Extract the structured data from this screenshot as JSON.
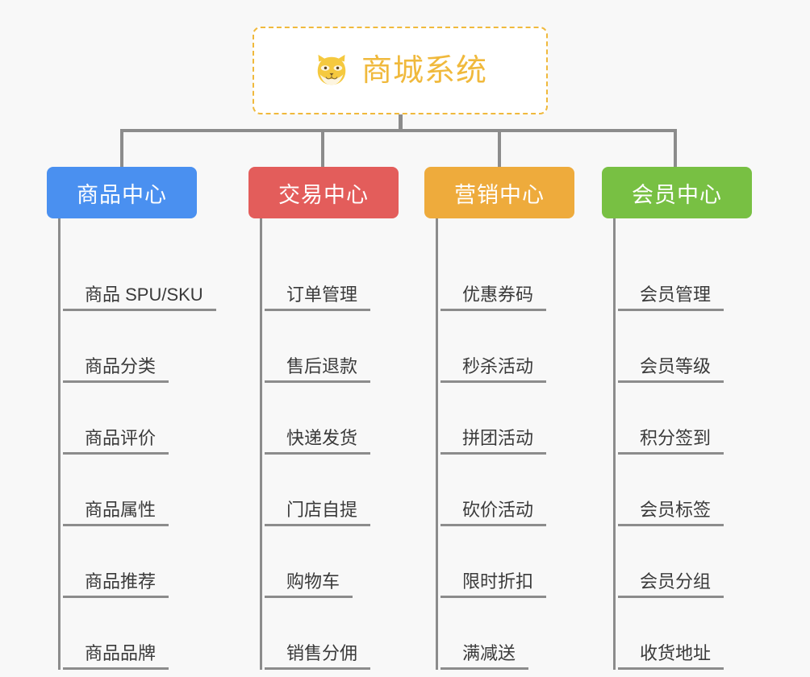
{
  "background_color": "#f8f8f8",
  "root": {
    "icon": "shiba-dog-face-icon",
    "label": "商城系统",
    "border_color": "#f0b93c",
    "text_color": "#f0b93c",
    "fill_color": "#ffffff"
  },
  "connector_color": "#8c8c8c",
  "columns": [
    {
      "title": "商品中心",
      "color": "#4a90f0",
      "items": [
        "商品 SPU/SKU",
        "商品分类",
        "商品评价",
        "商品属性",
        "商品推荐",
        "商品品牌"
      ]
    },
    {
      "title": "交易中心",
      "color": "#e35d5b",
      "items": [
        "订单管理",
        "售后退款",
        "快递发货",
        "门店自提",
        "购物车",
        "销售分佣"
      ]
    },
    {
      "title": "营销中心",
      "color": "#eeab3c",
      "items": [
        "优惠券码",
        "秒杀活动",
        "拼团活动",
        "砍价活动",
        "限时折扣",
        "满减送"
      ]
    },
    {
      "title": "会员中心",
      "color": "#78c043",
      "items": [
        "会员管理",
        "会员等级",
        "积分签到",
        "会员标签",
        "会员分组",
        "收货地址"
      ]
    }
  ]
}
